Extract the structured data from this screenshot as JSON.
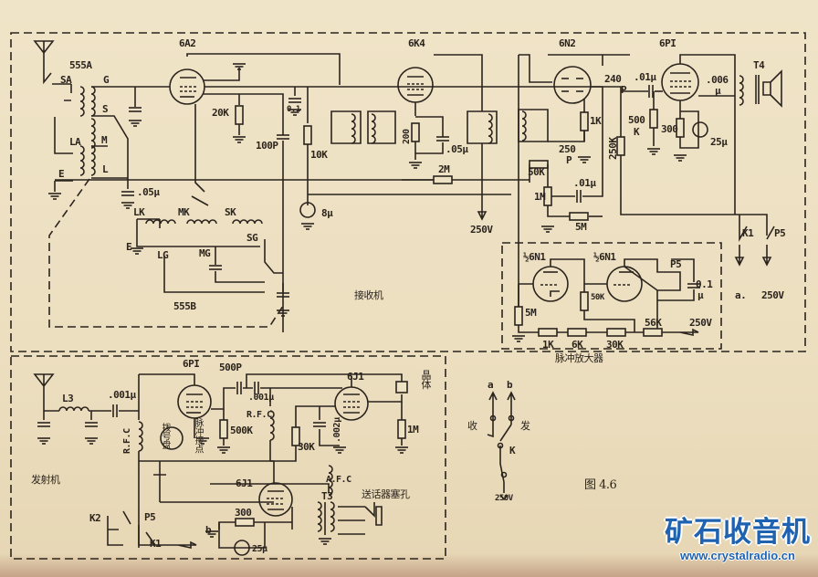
{
  "figure": {
    "caption": "图 4.6"
  },
  "receiver": {
    "section_label": "接收机",
    "tubes": [
      "6A2",
      "6K4",
      "6N2",
      "6PI"
    ],
    "labels": [
      "555A",
      "SA",
      "G",
      "S",
      "M",
      "LA",
      "L",
      "E",
      "20K",
      "0.1",
      "100P",
      "10K",
      "8μ",
      ".05μ",
      "LK",
      "MK",
      "SK",
      "SG",
      "E",
      "LG",
      "MG",
      "555B",
      "200",
      ".05μ",
      "2M",
      "250V",
      "240",
      "P",
      ".01μ",
      ".006",
      "μ",
      "T4",
      "1K",
      "250",
      "P",
      "500",
      "K",
      "300",
      "25μ",
      "250K",
      "50K",
      "1M",
      ".01μ",
      "5M",
      "K1",
      "P5",
      "a.",
      "250V"
    ]
  },
  "pulse_amplifier": {
    "section_label": "脉冲放大器",
    "labels": [
      "½6N1",
      "½6N1",
      "P5",
      "0.1",
      "μ",
      "50K",
      "5M",
      "56K",
      "250V",
      "1K",
      "6K",
      "30K"
    ]
  },
  "transmitter": {
    "section_label": "发射机",
    "tubes": [
      "6PI",
      "6J1",
      "6J1"
    ],
    "labels": [
      "500P",
      "晶体",
      "L3",
      ".001μ",
      ".001μ",
      "R.F.C",
      "R.F.C",
      "500K",
      ".002μ",
      "1M",
      "30K",
      "拨号盘",
      "脉冲接点",
      "A.F.C",
      "T3",
      "送话器塞孔",
      "K2",
      "P5",
      "300",
      "b",
      "K1",
      "25μ"
    ]
  },
  "switch_diagram": {
    "labels": [
      "a",
      "b",
      "收",
      "发",
      "K",
      "250V"
    ]
  },
  "watermark": {
    "title": "矿石收音机",
    "url": "www.crystalradio.cn"
  }
}
